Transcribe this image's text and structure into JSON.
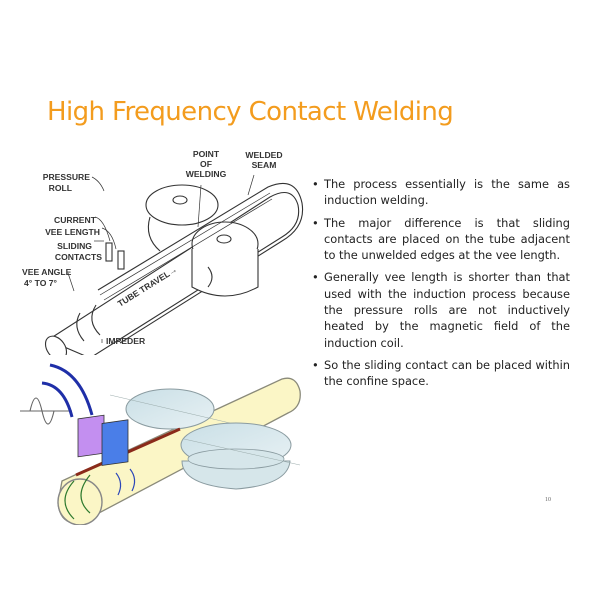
{
  "slide": {
    "title": "High Frequency Contact Welding",
    "page_number": "10",
    "accent_color": "#f39c1e"
  },
  "diagram_top": {
    "labels": {
      "pressure_roll_1": "PRESSURE",
      "pressure_roll_2": "ROLL",
      "point_1": "POINT",
      "point_2": "OF",
      "point_3": "WELDING",
      "seam_1": "WELDED",
      "seam_2": "SEAM",
      "current": "CURRENT",
      "vee_length": "VEE LENGTH",
      "sliding_1": "SLIDING",
      "sliding_2": "CONTACTS",
      "vee_angle_1": "VEE ANGLE",
      "vee_angle_2": "4° TO 7°",
      "tube_travel": "TUBE TRAVEL→",
      "impeder": "IMPEDER"
    }
  },
  "diagram_bottom": {
    "description": "Illustration of sliding contacts on tube with pressure rolls"
  },
  "bullets": [
    {
      "marker": "•",
      "text": "The process essentially is the same as induction welding."
    },
    {
      "marker": "•",
      "text": "The major difference is that sliding contacts are placed on the tube adjacent to the unwelded edges at the vee length."
    },
    {
      "marker": "•",
      "text": "Generally vee length is shorter than that used with the induction process because the pressure rolls are not inductively heated by the magnetic field of the induction coil."
    },
    {
      "marker": "•",
      "text": "So the sliding contact can be placed within the confine space."
    }
  ]
}
